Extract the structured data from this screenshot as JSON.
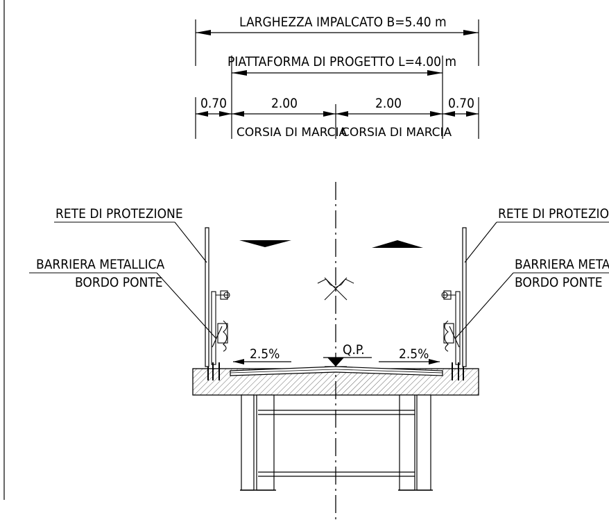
{
  "dimensions": {
    "total_width": "LARGHEZZA IMPALCATO B=5.40 m",
    "platform_width": "PIATTAFORMA DI PROGETTO L=4.00 m",
    "left_edge": "0.70",
    "left_lane": "2.00",
    "right_lane": "2.00",
    "right_edge": "0.70",
    "left_lane_label": "CORSIA DI MARCIA",
    "right_lane_label": "CORSIA DI MARCIA"
  },
  "labels": {
    "left_net": "RETE DI PROTEZIONE",
    "right_net": "RETE DI PROTEZION",
    "left_barrier_1": "BARRIERA METALLICA",
    "left_barrier_2": "BORDO PONTE",
    "right_barrier_1": "BARRIERA METALL",
    "right_barrier_2": "BORDO PONTE",
    "left_slope": "2.5%",
    "right_slope": "2.5%",
    "project_level": "Q.P."
  }
}
